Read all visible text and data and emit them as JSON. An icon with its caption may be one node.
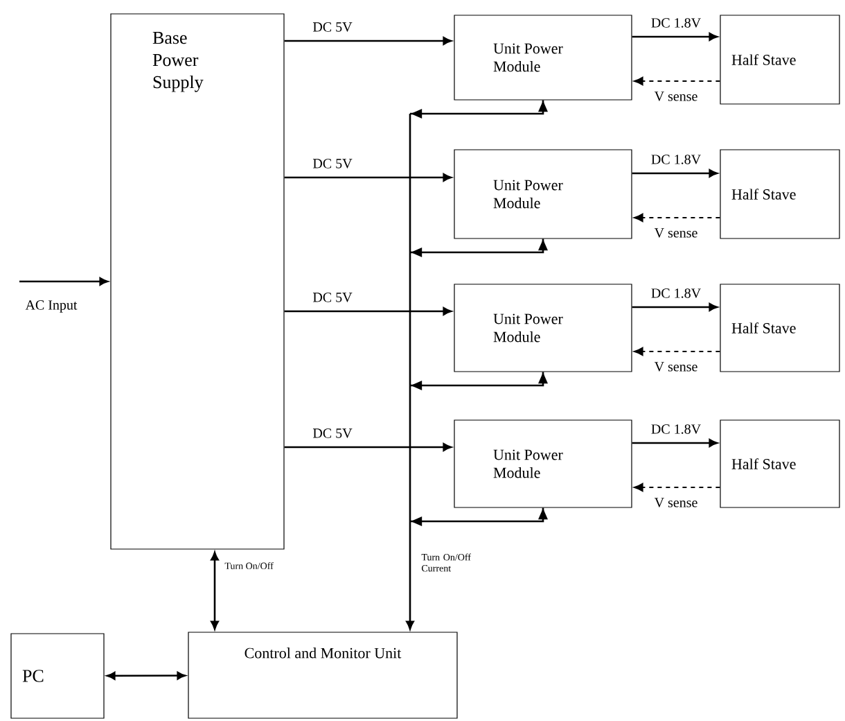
{
  "diagram": {
    "nodes": [
      {
        "text": [
          "Base Power Supply"
        ]
      },
      {
        "text": [
          "Unit Power Module"
        ]
      },
      {
        "text": [
          "Unit Power Module"
        ]
      },
      {
        "text": [
          "Unit Power Module"
        ]
      },
      {
        "text": [
          "Unit Power Module"
        ]
      },
      {
        "text": [
          "Half Stave"
        ]
      },
      {
        "text": [
          "Half Stave"
        ]
      },
      {
        "text": [
          "Half Stave"
        ]
      },
      {
        "text": [
          "Half Stave"
        ]
      },
      {
        "text": [
          "PC"
        ]
      },
      {
        "text": [
          "Control and Monitor Unit"
        ]
      }
    ],
    "edges": [
      {
        "from": null,
        "to": 0,
        "arrow": "to",
        "label": "AC Input"
      },
      {
        "from": 0,
        "to": 1,
        "arrow": "to",
        "label": "DC 5V"
      },
      {
        "from": 0,
        "to": 2,
        "arrow": "to",
        "label": "DC 5V"
      },
      {
        "from": 0,
        "to": 3,
        "arrow": "to",
        "label": "DC 5V"
      },
      {
        "from": 0,
        "to": 4,
        "arrow": "to",
        "label": "DC 5V"
      },
      {
        "from": 1,
        "to": 5,
        "arrow": "to",
        "label": "DC 1.8V"
      },
      {
        "from": 2,
        "to": 6,
        "arrow": "to",
        "label": "DC 1.8V"
      },
      {
        "from": 3,
        "to": 7,
        "arrow": "to",
        "label": "DC 1.8V"
      },
      {
        "from": 4,
        "to": 8,
        "arrow": "to",
        "label": "DC 1.8V"
      },
      {
        "from": 5,
        "to": 1,
        "arrow": "to",
        "style": "dashed",
        "label": "V sense"
      },
      {
        "from": 6,
        "to": 2,
        "arrow": "to",
        "style": "dashed",
        "label": "V sense"
      },
      {
        "from": 7,
        "to": 3,
        "arrow": "to",
        "style": "dashed",
        "label": "V sense"
      },
      {
        "from": 8,
        "to": 4,
        "arrow": "to",
        "style": "dashed",
        "label": "V sense"
      },
      {
        "from": 1,
        "to": 10,
        "arrow": "both"
      },
      {
        "from": 2,
        "to": 10,
        "arrow": "both"
      },
      {
        "from": 3,
        "to": 10,
        "arrow": "both"
      },
      {
        "from": 4,
        "to": 10,
        "arrow": "both"
      },
      {
        "from": 0,
        "to": 10,
        "arrow": "both",
        "label": "Turn On/Off"
      },
      {
        "from": 9,
        "to": 10,
        "arrow": "both"
      }
    ],
    "labels": [
      "Turn On/Off Current"
    ]
  }
}
